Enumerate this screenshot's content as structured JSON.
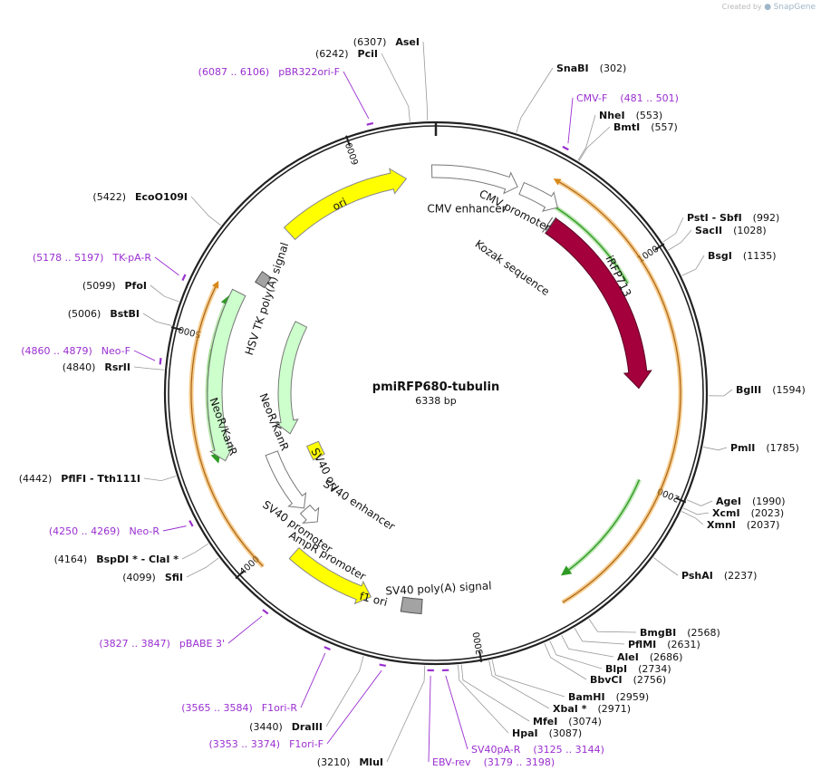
{
  "brand": {
    "prefix": "Created by",
    "name": "SnapGene"
  },
  "plasmid": {
    "name": "pmiRFP680-tubulin",
    "size": "6338 bp",
    "length": 6338
  },
  "ticks": [
    {
      "label": "1000",
      "bp": 1000
    },
    {
      "label": "2000",
      "bp": 2000
    },
    {
      "label": "3000",
      "bp": 3000
    },
    {
      "label": "4000",
      "bp": 4000
    },
    {
      "label": "5000",
      "bp": 5000
    },
    {
      "label": "6000",
      "bp": 6000
    }
  ],
  "sites": [
    {
      "name": "AseI",
      "pos": "(6307)",
      "bp": 6307,
      "order": "pos-first"
    },
    {
      "name": "PciI",
      "pos": "(6242)",
      "bp": 6242,
      "order": "pos-first"
    },
    {
      "name": "SnaBI",
      "pos": "(302)",
      "bp": 302,
      "order": "name-first"
    },
    {
      "name": "NheI",
      "pos": "(553)",
      "bp": 553,
      "order": "name-first"
    },
    {
      "name": "BmtI",
      "pos": "(557)",
      "bp": 557,
      "order": "name-first"
    },
    {
      "name": "PstI  - SbfI",
      "pos": "(992)",
      "bp": 992,
      "order": "name-first"
    },
    {
      "name": "SacII",
      "pos": "(1028)",
      "bp": 1028,
      "order": "name-first"
    },
    {
      "name": "BsgI",
      "pos": "(1135)",
      "bp": 1135,
      "order": "name-first"
    },
    {
      "name": "BglII",
      "pos": "(1594)",
      "bp": 1594,
      "order": "name-first"
    },
    {
      "name": "PmlI",
      "pos": "(1785)",
      "bp": 1785,
      "order": "name-first"
    },
    {
      "name": "AgeI",
      "pos": "(1990)",
      "bp": 1990,
      "order": "name-first"
    },
    {
      "name": "XcmI",
      "pos": "(2023)",
      "bp": 2023,
      "order": "name-first"
    },
    {
      "name": "XmnI",
      "pos": "(2037)",
      "bp": 2037,
      "order": "name-first"
    },
    {
      "name": "PshAI",
      "pos": "(2237)",
      "bp": 2237,
      "order": "name-first"
    },
    {
      "name": "BmgBI",
      "pos": "(2568)",
      "bp": 2568,
      "order": "name-first"
    },
    {
      "name": "PflMI",
      "pos": "(2631)",
      "bp": 2631,
      "order": "name-first"
    },
    {
      "name": "AleI",
      "pos": "(2686)",
      "bp": 2686,
      "order": "name-first"
    },
    {
      "name": "BlpI",
      "pos": "(2734)",
      "bp": 2734,
      "order": "name-first"
    },
    {
      "name": "BbvCI",
      "pos": "(2756)",
      "bp": 2756,
      "order": "name-first"
    },
    {
      "name": "BamHI",
      "pos": "(2959)",
      "bp": 2959,
      "order": "name-first"
    },
    {
      "name": "XbaI *",
      "pos": "(2971)",
      "bp": 2971,
      "order": "name-first"
    },
    {
      "name": "MfeI",
      "pos": "(3074)",
      "bp": 3074,
      "order": "name-first"
    },
    {
      "name": "HpaI",
      "pos": "(3087)",
      "bp": 3087,
      "order": "name-first"
    },
    {
      "name": "MluI",
      "pos": "(3210)",
      "bp": 3210,
      "order": "pos-first"
    },
    {
      "name": "DraIII",
      "pos": "(3440)",
      "bp": 3440,
      "order": "pos-first"
    },
    {
      "name": "SfiI",
      "pos": "(4099)",
      "bp": 4099,
      "order": "pos-first"
    },
    {
      "name": "BspDI *  - ClaI *",
      "pos": "(4164)",
      "bp": 4164,
      "order": "pos-first"
    },
    {
      "name": "PflFI  - Tth111I",
      "pos": "(4442)",
      "bp": 4442,
      "order": "pos-first"
    },
    {
      "name": "RsrII",
      "pos": "(4840)",
      "bp": 4840,
      "order": "pos-first"
    },
    {
      "name": "BstBI",
      "pos": "(5006)",
      "bp": 5006,
      "order": "pos-first"
    },
    {
      "name": "PfoI",
      "pos": "(5099)",
      "bp": 5099,
      "order": "pos-first"
    },
    {
      "name": "EcoO109I",
      "pos": "(5422)",
      "bp": 5422,
      "order": "pos-first"
    }
  ],
  "primers": [
    {
      "name": "pBR322ori-F",
      "pos": "(6087 .. 6106)",
      "bp": 6096,
      "order": "pos-first"
    },
    {
      "name": "CMV-F",
      "pos": "(481 .. 501)",
      "bp": 491,
      "order": "name-first"
    },
    {
      "name": "TK-pA-R",
      "pos": "(5178 .. 5197)",
      "bp": 5188,
      "order": "pos-first"
    },
    {
      "name": "Neo-F",
      "pos": "(4860 .. 4879)",
      "bp": 4870,
      "order": "pos-first"
    },
    {
      "name": "Neo-R",
      "pos": "(4250 .. 4269)",
      "bp": 4260,
      "order": "pos-first"
    },
    {
      "name": "pBABE 3'",
      "pos": "(3827 .. 3847)",
      "bp": 3837,
      "order": "pos-first"
    },
    {
      "name": "F1ori-R",
      "pos": "(3565 .. 3584)",
      "bp": 3575,
      "order": "pos-first"
    },
    {
      "name": "F1ori-F",
      "pos": "(3353 .. 3374)",
      "bp": 3364,
      "order": "pos-first"
    },
    {
      "name": "EBV-rev",
      "pos": "(3179 .. 3198)",
      "bp": 3188,
      "order": "name-first"
    },
    {
      "name": "SV40pA-R",
      "pos": "(3125 .. 3144)",
      "bp": 3134,
      "order": "name-first"
    }
  ],
  "features": [
    {
      "name": "CMV enhancer",
      "start": 6300,
      "end": 380,
      "color": "#ffffff",
      "type": "promoter"
    },
    {
      "name": "CMV promoter",
      "start": 380,
      "end": 580,
      "color": "#ffffff",
      "type": "promoter"
    },
    {
      "name": "Kozak sequence",
      "start": 590,
      "end": 605,
      "color": "#ffffff",
      "type": "tiny"
    },
    {
      "name": "iRFP713",
      "start": 605,
      "end": 1540,
      "color": "#a3003c",
      "type": "cds"
    },
    {
      "name": "SV40 poly(A) signal",
      "start": 3230,
      "end": 3350,
      "color": "#a3a3a3",
      "type": "box"
    },
    {
      "name": "f1 ori",
      "start": 3460,
      "end": 3900,
      "color": "#ffff00",
      "type": "origin"
    },
    {
      "name": "AmpR promoter",
      "start": 3920,
      "end": 4030,
      "color": "#ffffff",
      "type": "promoter"
    },
    {
      "name": "SV40 promoter",
      "start": 4040,
      "end": 4400,
      "color": "#ffffff",
      "type": "promoter"
    },
    {
      "name": "SV40 ori",
      "start": 4240,
      "end": 4380,
      "color": "#ffff00",
      "type": "box"
    },
    {
      "name": "SV40 enhancer",
      "start": 4240,
      "end": 4380,
      "color": "#ffffff",
      "type": "label"
    },
    {
      "name": "NeoR/KanR",
      "start": 4440,
      "end": 5230,
      "color": "#ccffcc",
      "type": "cds"
    },
    {
      "name": "NeoR/KanR",
      "start": 4440,
      "end": 5230,
      "color": "#ccffcc",
      "type": "cds"
    },
    {
      "name": "HSV TK poly(A) signal",
      "start": 5300,
      "end": 5360,
      "color": "#a3a3a3",
      "type": "box"
    },
    {
      "name": "ori",
      "start": 5560,
      "end": 6150,
      "color": "#ffff00",
      "type": "origin"
    }
  ],
  "colors": {
    "primer": "#9a2fd0",
    "orange": "#f0a22e",
    "green": "#2f9a24",
    "backbone": "#222222"
  }
}
